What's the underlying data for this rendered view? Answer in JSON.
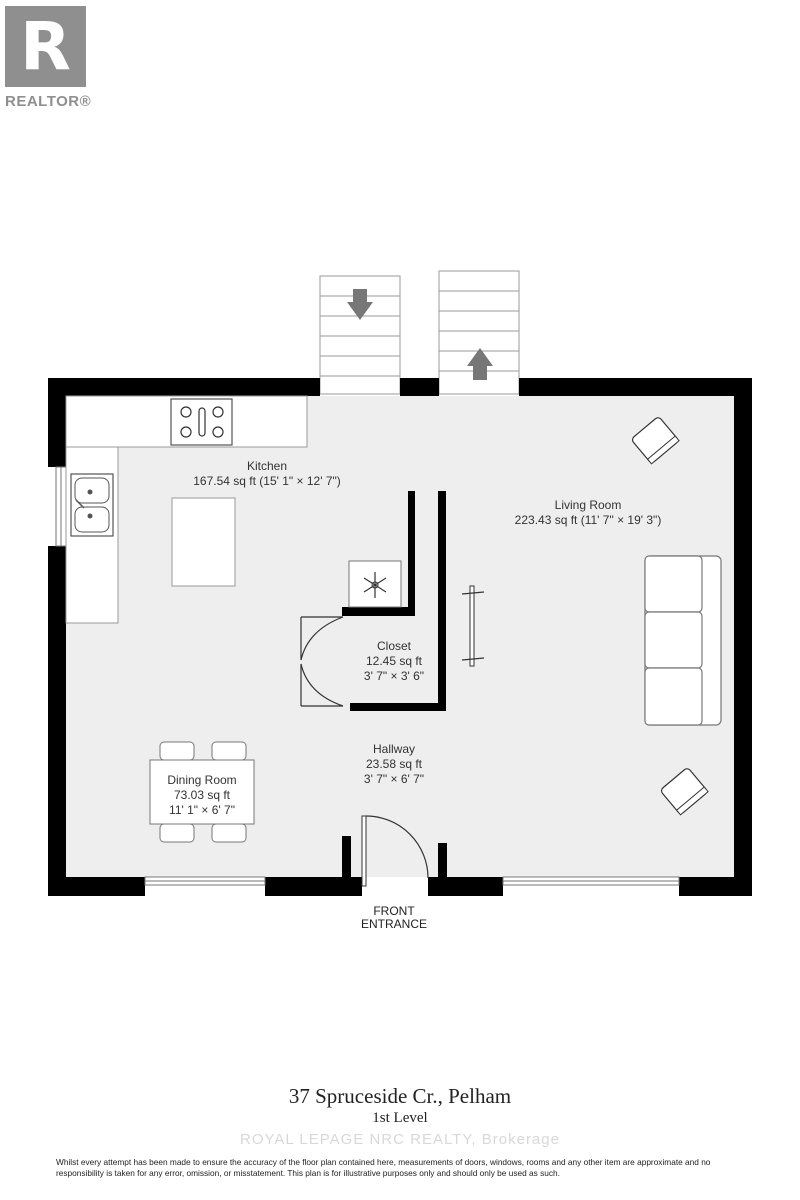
{
  "logo": {
    "mark": "R",
    "text": "REALTOR®",
    "color": "#8f8f8f"
  },
  "rooms": {
    "kitchen": {
      "name": "Kitchen",
      "area": "167.54 sq ft (15' 1\" × 12' 7\")"
    },
    "living": {
      "name": "Living Room",
      "area": "223.43 sq ft (11' 7\" × 19' 3\")"
    },
    "closet": {
      "name": "Closet",
      "area": "12.45 sq ft",
      "dims": "3' 7\" × 3' 6\""
    },
    "hallway": {
      "name": "Hallway",
      "area": "23.58 sq ft",
      "dims": "3' 7\" × 6' 7\""
    },
    "dining": {
      "name": "Dining Room",
      "area": "73.03 sq ft",
      "dims": "11' 1\" × 6' 7\""
    }
  },
  "entrance": {
    "line1": "FRONT",
    "line2": "ENTRANCE"
  },
  "footer": {
    "address": "37 Spruceside Cr., Pelham",
    "level": "1st Level",
    "watermark": "ROYAL LEPAGE NRC REALTY, Brokerage",
    "disclaimer": "Whilst every attempt has been made to ensure the accuracy of the floor plan contained here, measurements of doors, windows, rooms and any other item are approximate and no responsibility is taken for any error, omission, or misstatement. This plan is for illustrative purposes only and should only be used as such."
  },
  "colors": {
    "wall": "#000000",
    "floor": "#eeeeee",
    "fixture_fill": "#ffffff",
    "fixture_stroke": "#9a9a9a",
    "arrow": "#777777"
  }
}
